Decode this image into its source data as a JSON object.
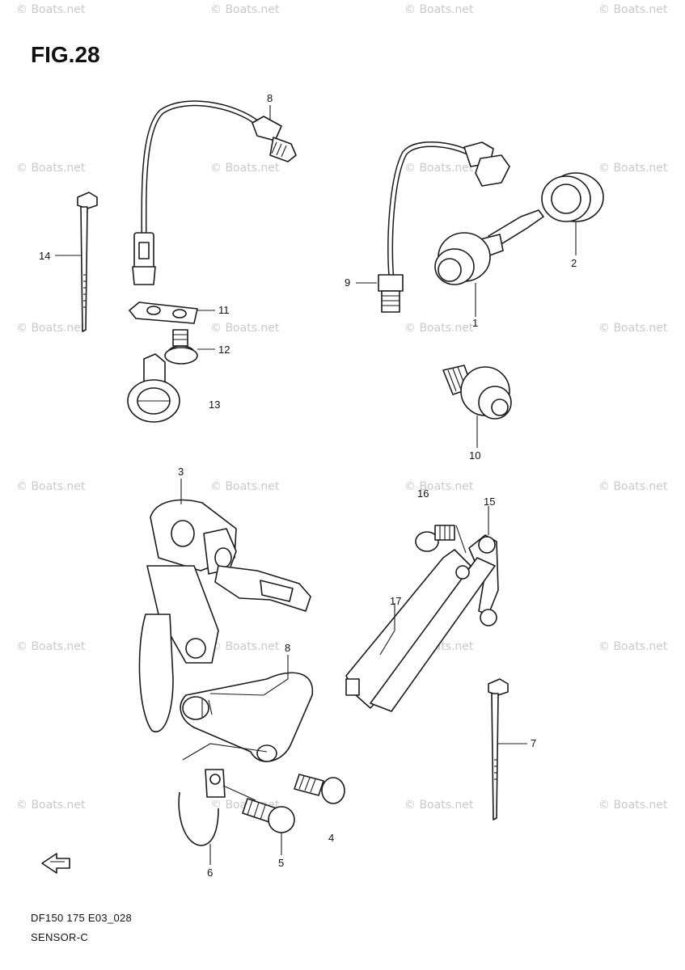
{
  "figure": {
    "title": "FIG.28",
    "watermark": "© Boats.net",
    "footer_code": "DF150 175 E03_028",
    "footer_name": "SENSOR-C"
  },
  "callouts": {
    "p8_top": "8",
    "p14": "14",
    "p11": "11",
    "p12": "12",
    "p13": "13",
    "p9": "9",
    "p2": "2",
    "p1": "1",
    "p10": "10",
    "p3": "3",
    "p16": "16",
    "p15": "15",
    "p17": "17",
    "p8_lower": "8",
    "p7": "7",
    "p4": "4",
    "p5": "5",
    "p6": "6"
  },
  "colors": {
    "line": "#1a1a1a",
    "watermark": "#c9c9c9",
    "background": "#ffffff"
  }
}
